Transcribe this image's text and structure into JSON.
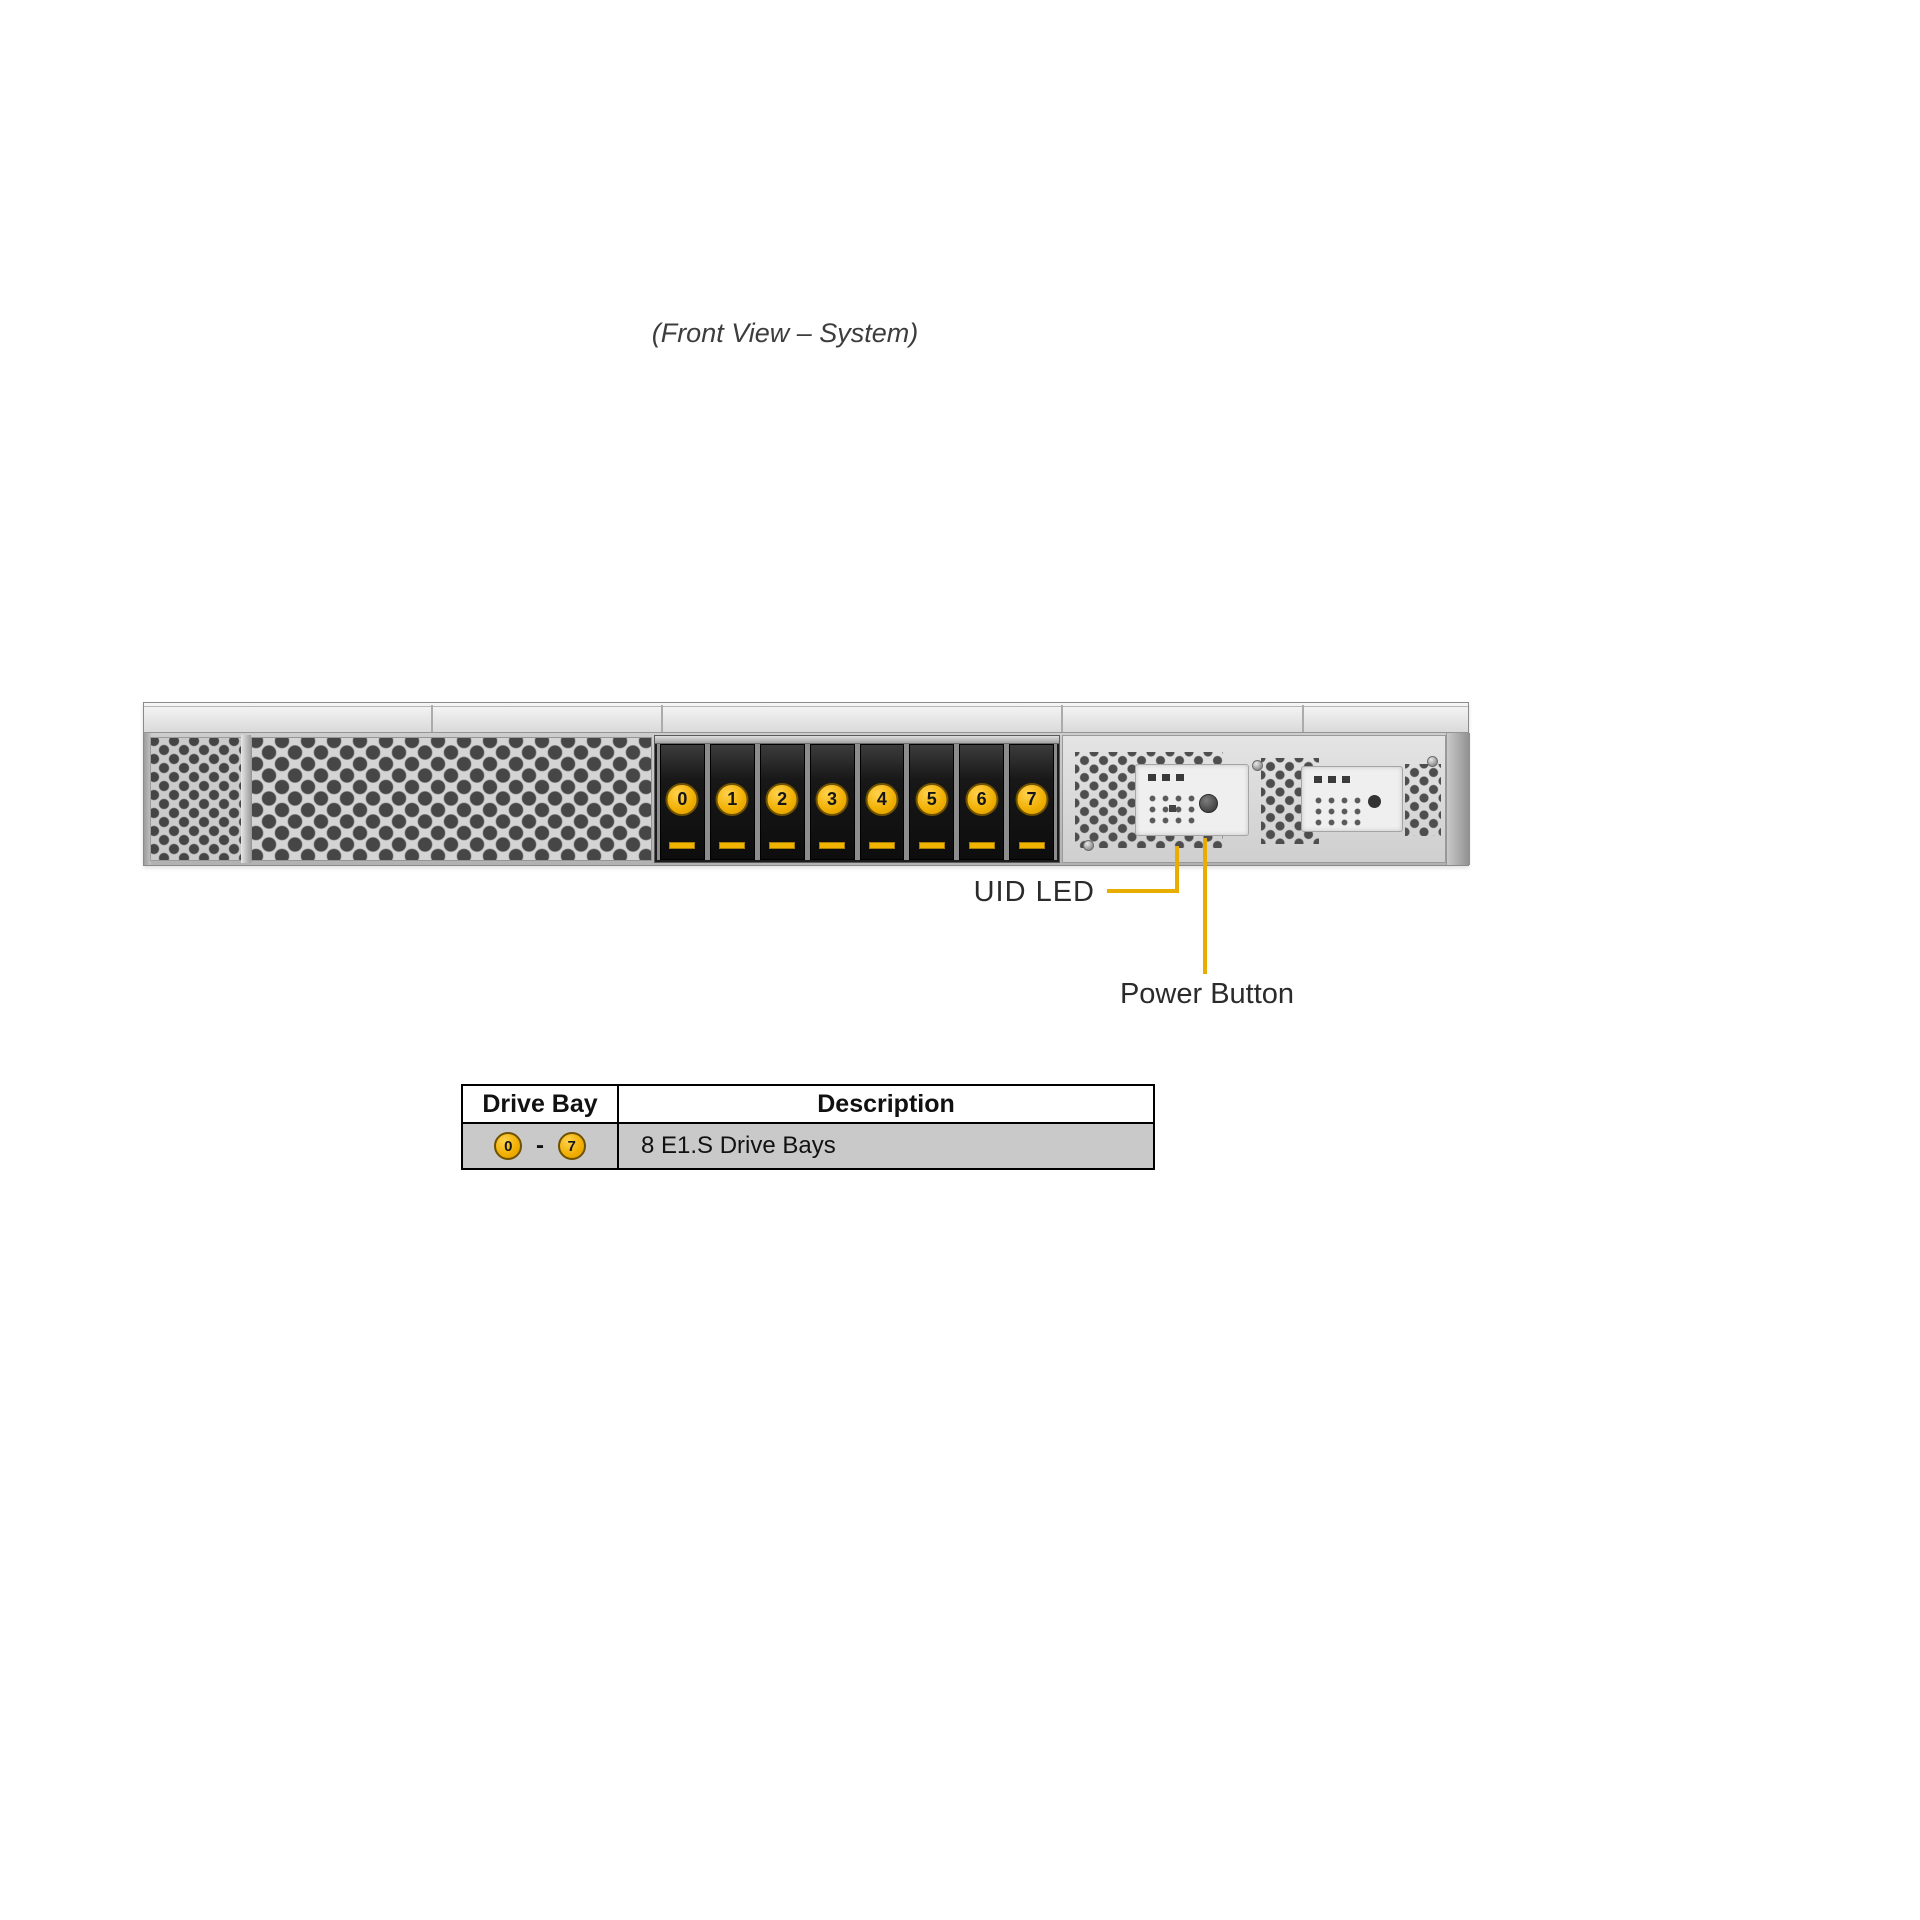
{
  "figure": {
    "title": "(Front View – System)"
  },
  "server": {
    "drive_labels": [
      "0",
      "1",
      "2",
      "3",
      "4",
      "5",
      "6",
      "7"
    ]
  },
  "callouts": {
    "uid_led": "UID LED",
    "power_button": "Power Button"
  },
  "table": {
    "headers": [
      "Drive Bay",
      "Description"
    ],
    "row": {
      "start_badge": "0",
      "separator": "-",
      "end_badge": "7",
      "description": "8 E1.S Drive Bays"
    }
  },
  "colors": {
    "badge_yellow": "#F0AE00",
    "callout_yellow": "#E9AD00",
    "table_row_gray": "#C9C9C9"
  }
}
